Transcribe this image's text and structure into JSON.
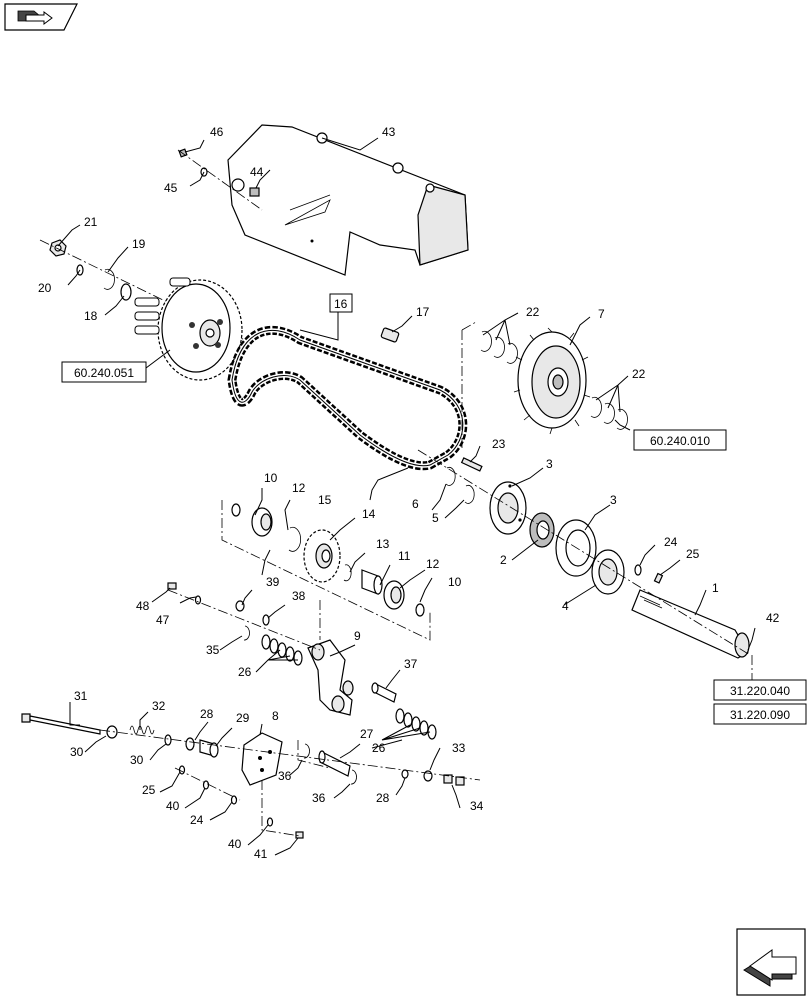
{
  "nav": {
    "prev_icon": "arrow-right-folder-icon",
    "next_icon": "arrow-left-return-icon"
  },
  "references": {
    "r1": "60.240.051",
    "r2": "60.240.010",
    "r3": "31.220.040",
    "r4": "31.220.090"
  },
  "callouts": {
    "p1": "1",
    "p2": "2",
    "p3a": "3",
    "p3b": "3",
    "p4": "4",
    "p5": "5",
    "p6": "6",
    "p7": "7",
    "p8": "8",
    "p9": "9",
    "p10a": "10",
    "p10b": "10",
    "p11": "11",
    "p12a": "12",
    "p12b": "12",
    "p13": "13",
    "p14": "14",
    "p15": "15",
    "p16": "16",
    "p17": "17",
    "p18": "18",
    "p19": "19",
    "p20": "20",
    "p21": "21",
    "p22a": "22",
    "p22b": "22",
    "p23": "23",
    "p24a": "24",
    "p24b": "24",
    "p25a": "25",
    "p25b": "25",
    "p26a": "26",
    "p26b": "26",
    "p27": "27",
    "p28a": "28",
    "p28b": "28",
    "p29": "29",
    "p30a": "30",
    "p30b": "30",
    "p31": "31",
    "p32": "32",
    "p33": "33",
    "p34": "34",
    "p35": "35",
    "p36a": "36",
    "p36b": "36",
    "p37": "37",
    "p38": "38",
    "p39": "39",
    "p40a": "40",
    "p40b": "40",
    "p41": "41",
    "p42": "42",
    "p43": "43",
    "p44": "44",
    "p45": "45",
    "p46": "46",
    "p47": "47",
    "p48": "48"
  }
}
